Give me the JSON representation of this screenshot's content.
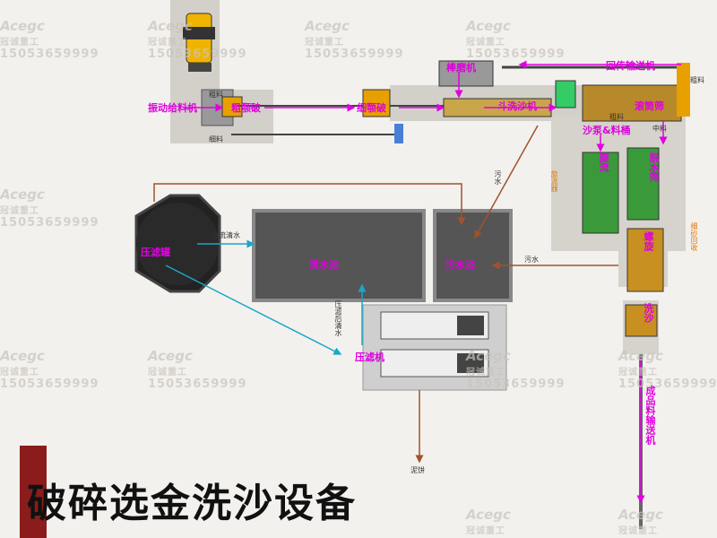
{
  "title": "破碎选金洗沙设备",
  "watermark": {
    "brand": "Acegc",
    "brand_cn": "冠诚重工",
    "phone": "15053659999"
  },
  "labels": {
    "vibrating_feeder": "振动给料机",
    "jaw_crusher": "粗颚破",
    "fine_jaw_crusher": "细颚破",
    "rod_mill": "棒磨机",
    "return_conveyor": "回传输送机",
    "bucket_washer": "斗洗沙机",
    "screw_washer": "滚筒筛",
    "sand_pump_tank": "沙泵&料桶",
    "filter_tank": "压滤罐",
    "clear_pool": "清水池",
    "sewage_pool": "污水池",
    "filter_press": "压滤机",
    "overflow_clear": "溢流清水",
    "press_clear": "压滤后清水",
    "sewage1": "污水",
    "sewage2": "污水",
    "mud_cake": "泥饼",
    "coarse1": "粗料",
    "fine1": "细料",
    "coarse2": "粗料",
    "mid": "中料",
    "coarse3": "粗料",
    "finished_conveyor": "成品料输送机",
    "v1": "旋流",
    "v2": "脱水筛",
    "v3": "螺旋",
    "v4": "洗沙",
    "o1": "旋流器",
    "o2": "细砂回收"
  },
  "colors": {
    "label": "#e000e0",
    "cyan": "#1aa6c8",
    "brown": "#a0522d",
    "title_bar": "#8b1c1c"
  }
}
